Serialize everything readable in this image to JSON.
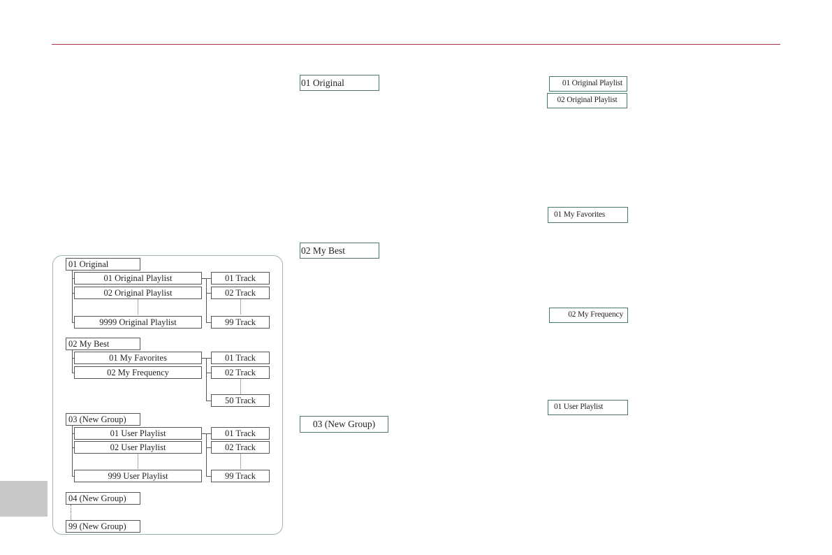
{
  "tree": {
    "group1": {
      "label": "01 Original",
      "playlists": [
        "01 Original Playlist",
        "02 Original Playlist",
        "9999 Original Playlist"
      ],
      "tracks": [
        "01 Track",
        "02 Track",
        "99 Track"
      ]
    },
    "group2": {
      "label": "02 My Best",
      "playlists": [
        "01 My Favorites",
        "02 My Frequency"
      ],
      "tracks": [
        "01 Track",
        "02 Track",
        "50 Track"
      ]
    },
    "group3": {
      "label": "03 (New Group)",
      "playlists": [
        "01 User Playlist",
        "02 User Playlist",
        "999 User Playlist"
      ],
      "tracks": [
        "01 Track",
        "02 Track",
        "99 Track"
      ]
    },
    "group4": {
      "label": "04 (New Group)"
    },
    "group99": {
      "label": "99 (New Group)"
    }
  },
  "callouts": {
    "col1": [
      "01 Original",
      "02 My Best",
      "03 (New Group)"
    ],
    "col2": [
      "01 Original Playlist",
      "02 Original Playlist",
      "01 My Favorites",
      "02 My Frequency",
      "01 User Playlist"
    ]
  }
}
